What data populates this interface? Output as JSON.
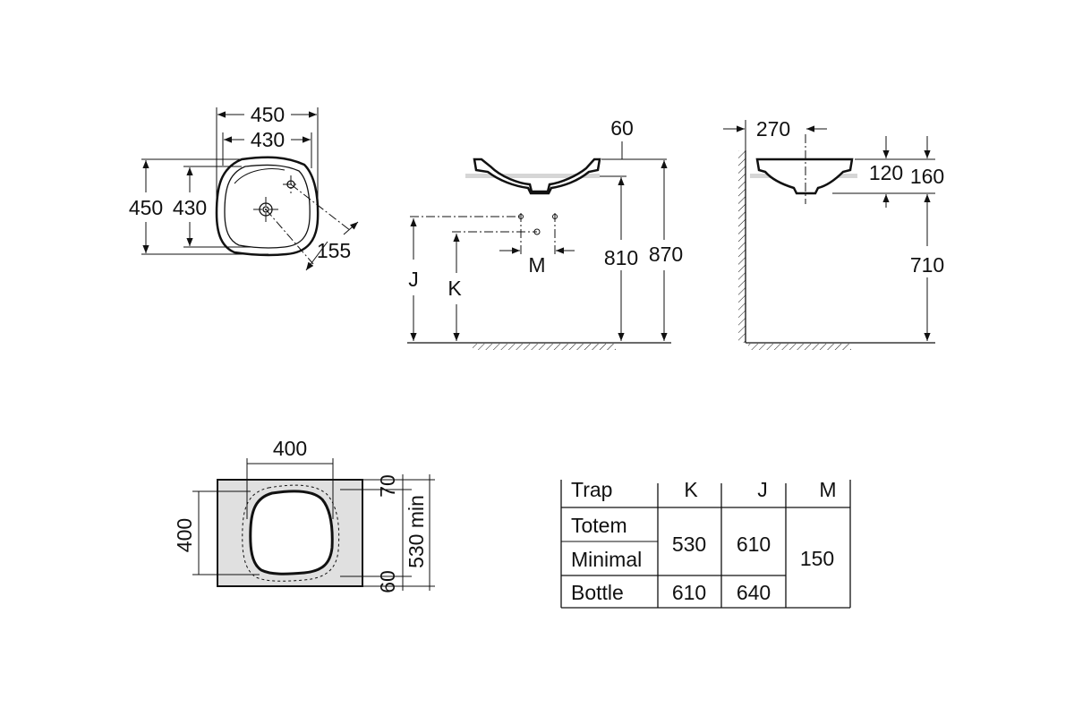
{
  "plan_view": {
    "dim_outer_width": "450",
    "dim_inner_width": "430",
    "dim_outer_depth": "450",
    "dim_inner_depth": "430",
    "dim_tap": "155"
  },
  "front_view": {
    "dim_top": "60",
    "dim_k": "K",
    "dim_j": "J",
    "dim_m": "M",
    "dim_810": "810",
    "dim_870": "870"
  },
  "side_view": {
    "dim_270": "270",
    "dim_120": "120",
    "dim_160": "160",
    "dim_710": "710"
  },
  "cutout_view": {
    "dim_width": "400",
    "dim_height": "400",
    "dim_top_gap": "70",
    "dim_bottom_gap": "60",
    "dim_min": "530 min"
  },
  "table": {
    "headers": [
      "Trap",
      "K",
      "J",
      "M"
    ],
    "rows": [
      {
        "trap": "Totem"
      },
      {
        "trap": "Minimal"
      },
      {
        "trap": "Bottle",
        "k": "610",
        "j": "640"
      }
    ],
    "merged_k": "530",
    "merged_j": "610",
    "merged_m": "150"
  }
}
